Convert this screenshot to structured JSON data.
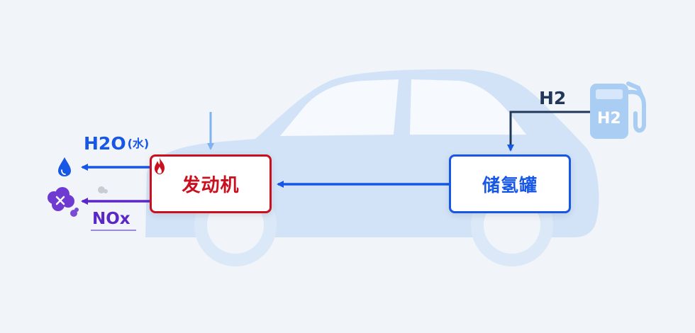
{
  "components": {
    "engine": {
      "label": "发动机",
      "icon": "flame-icon"
    },
    "tank": {
      "label": "储氢罐"
    },
    "fuel_pump": {
      "label": "H2",
      "icon": "fuel-pump-icon"
    }
  },
  "flows": {
    "hydrogen_label": "H2",
    "water_label": "H2O",
    "water_note": "(水)",
    "nox_label": "NOx"
  },
  "icons": {
    "water": "water-drop-icon",
    "pollutant": "pollutant-cloud-icon",
    "car": "car-silhouette"
  },
  "colors": {
    "engine": "#c8101e",
    "hydrogen": "#1657e6",
    "nox": "#5b27c9",
    "car": "#d3e3f7",
    "pump": "#aacdf3"
  }
}
